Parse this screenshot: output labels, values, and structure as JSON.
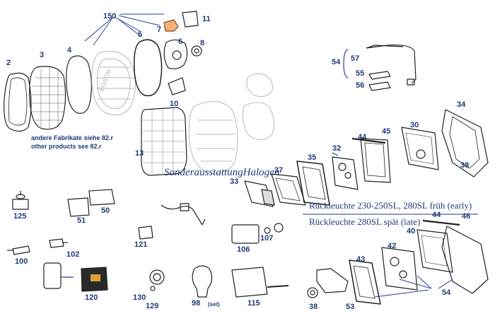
{
  "notes": {
    "andere": "andere Fabrikate siehe 82.r",
    "other": "other products see 82.r",
    "sonder": "SonderausstattungHalogen",
    "rl_early": "Rückleuchte 230-250SL, 280SL früh (early)",
    "rl_late": "Rückleuchte 280SL spät (late)",
    "set": "(set)",
    "bosch": "BOSCH"
  },
  "labels": {
    "p150": "150",
    "p2": "2",
    "p3": "3",
    "p4": "4",
    "p5": "5",
    "p6": "6",
    "p7": "7",
    "p8": "8",
    "p10": "10",
    "p11": "11",
    "p13": "13",
    "p30": "30",
    "p32": "32",
    "p33": "33",
    "p34": "34",
    "p35": "35",
    "p37": "37",
    "p38a": "38",
    "p38b": "38",
    "p40": "40",
    "p42": "42",
    "p43": "43",
    "p44a": "44",
    "p44b": "44",
    "p45": "45",
    "p46": "46",
    "p50": "50",
    "p51": "51",
    "p53": "53",
    "p54a": "54",
    "p54b": "54",
    "p55": "55",
    "p56": "56",
    "p57": "57",
    "p98": "98",
    "p100": "100",
    "p102": "102",
    "p106": "106",
    "p107": "107",
    "p115": "115",
    "p120": "120",
    "p121": "121",
    "p125": "125",
    "p129": "129",
    "p130": "130"
  },
  "colors": {
    "label": "#1f3a7a",
    "line": "#2a3f9b",
    "drawing": "#222222",
    "faint": "#b8b8b8"
  }
}
